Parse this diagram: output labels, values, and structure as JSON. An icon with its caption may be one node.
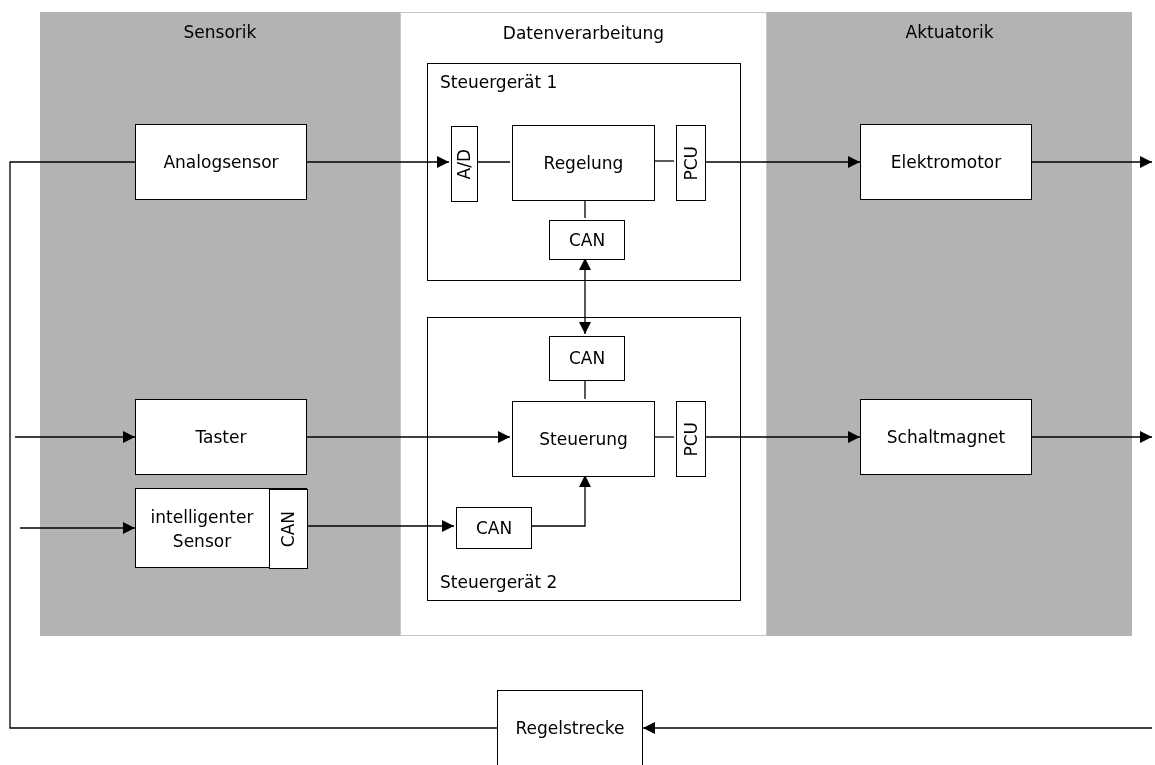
{
  "diagram": {
    "nodes": [
      {
        "text": [
          "Sensorik"
        ]
      },
      {
        "text": [
          "Datenverarbeitung"
        ]
      },
      {
        "text": [
          "Aktuatorik"
        ]
      },
      {
        "text": [
          "Steuergerät 1"
        ],
        "in": 1
      },
      {
        "text": [
          "A/D"
        ],
        "in": 3
      },
      {
        "text": [
          "Regelung"
        ],
        "in": 3
      },
      {
        "text": [
          "PCU"
        ],
        "in": 3
      },
      {
        "text": [
          "CAN"
        ],
        "in": 3
      },
      {
        "text": [
          "Steuergerät 2"
        ],
        "in": 1
      },
      {
        "text": [
          "CAN"
        ],
        "in": 8
      },
      {
        "text": [
          "Steuerung"
        ],
        "in": 8
      },
      {
        "text": [
          "PCU"
        ],
        "in": 8
      },
      {
        "text": [
          "CAN"
        ],
        "in": 8
      },
      {
        "text": [
          "Analogsensor"
        ],
        "in": 0
      },
      {
        "text": [
          "Taster"
        ],
        "in": 0
      },
      {
        "text": [
          "intelligenter Sensor"
        ],
        "in": 0
      },
      {
        "text": [
          "CAN"
        ],
        "in": 15
      },
      {
        "text": [
          "Elektromotor"
        ],
        "in": 2
      },
      {
        "text": [
          "Schaltmagnet"
        ],
        "in": 2
      },
      {
        "text": [
          "Regelstrecke"
        ]
      }
    ],
    "edges": [
      {
        "from": 19,
        "to": 13,
        "arrow": "none"
      },
      {
        "from": 13,
        "to": 4,
        "arrow": "to"
      },
      {
        "from": 4,
        "to": 5,
        "arrow": "none"
      },
      {
        "from": 5,
        "to": 6,
        "arrow": "none"
      },
      {
        "from": 6,
        "to": 17,
        "arrow": "to"
      },
      {
        "from": 17,
        "to": null,
        "arrow": "to"
      },
      {
        "from": 5,
        "to": 7,
        "arrow": "none"
      },
      {
        "from": 7,
        "to": 9,
        "arrow": "both"
      },
      {
        "from": 9,
        "to": 10,
        "arrow": "none"
      },
      {
        "from": null,
        "to": 14,
        "arrow": "to"
      },
      {
        "from": 14,
        "to": 10,
        "arrow": "to"
      },
      {
        "from": 10,
        "to": 11,
        "arrow": "none"
      },
      {
        "from": 11,
        "to": 18,
        "arrow": "to"
      },
      {
        "from": 18,
        "to": null,
        "arrow": "to"
      },
      {
        "from": null,
        "to": 15,
        "arrow": "to"
      },
      {
        "from": 16,
        "to": 12,
        "arrow": "to"
      },
      {
        "from": 12,
        "to": 10,
        "arrow": "to"
      },
      {
        "from": null,
        "to": 19,
        "arrow": "to"
      }
    ]
  }
}
